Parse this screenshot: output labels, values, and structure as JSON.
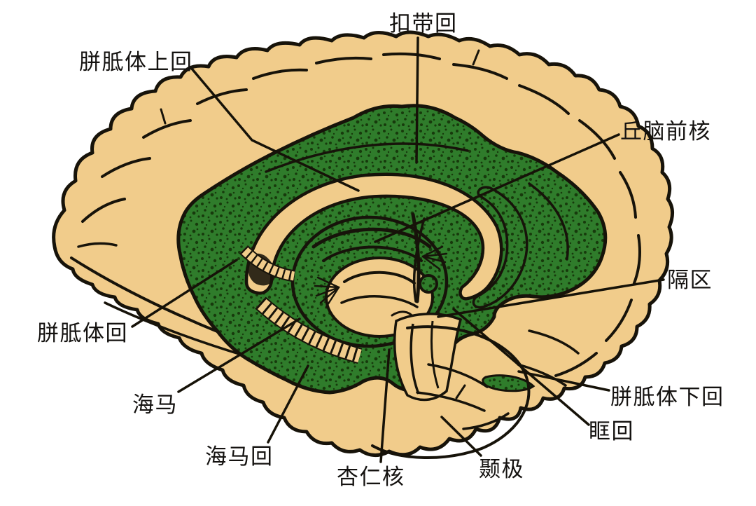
{
  "diagram": {
    "colors": {
      "background": "#ffffff",
      "cortex_tan": "#f1cc8b",
      "limbic_green": "#2f7c2b",
      "stipple_dark": "#173a0c",
      "outline_black": "#17130a",
      "label_text": "#141210"
    },
    "labels": [
      {
        "name": "cingulate-gyrus",
        "text": "扣带回"
      },
      {
        "name": "supracallosal-gyrus",
        "text": "胼胝体上回"
      },
      {
        "name": "anterior-thalamic-nucleus",
        "text": "丘脑前核"
      },
      {
        "name": "septal-area",
        "text": "隔区"
      },
      {
        "name": "callosal-gyrus",
        "text": "胼胝体回"
      },
      {
        "name": "hippocampus",
        "text": "海马"
      },
      {
        "name": "hippocampal-gyrus",
        "text": "海马回"
      },
      {
        "name": "amygdala",
        "text": "杏仁核"
      },
      {
        "name": "temporal-pole",
        "text": "颞极"
      },
      {
        "name": "subcallosal-gyrus",
        "text": "胼胝体下回"
      },
      {
        "name": "orbital-gyrus",
        "text": "眶回"
      }
    ]
  }
}
